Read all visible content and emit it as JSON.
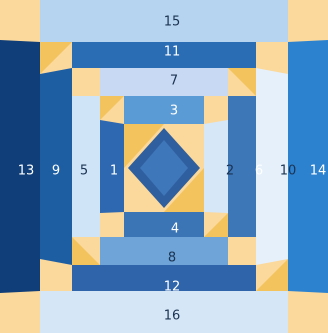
{
  "diagram": {
    "pieces": [
      {
        "id": "center",
        "label": "",
        "color": "#2f5f9e"
      },
      {
        "id": "piece-1",
        "label": "1",
        "color": "#2e68b1"
      },
      {
        "id": "piece-2",
        "label": "2",
        "color": "#d6e7f8"
      },
      {
        "id": "piece-3",
        "label": "3",
        "color": "#5b9bd5"
      },
      {
        "id": "piece-4",
        "label": "4",
        "color": "#3c75b5"
      },
      {
        "id": "piece-5",
        "label": "5",
        "color": "#cfe4f7"
      },
      {
        "id": "piece-6",
        "label": "6",
        "color": "#3d77b8"
      },
      {
        "id": "piece-7",
        "label": "7",
        "color": "#c8d9f3"
      },
      {
        "id": "piece-8",
        "label": "8",
        "color": "#6ea4d8"
      },
      {
        "id": "piece-9",
        "label": "9",
        "color": "#1d5ea2"
      },
      {
        "id": "piece-10",
        "label": "10",
        "color": "#e5f0fb"
      },
      {
        "id": "piece-11",
        "label": "11",
        "color": "#2a6db5"
      },
      {
        "id": "piece-12",
        "label": "12",
        "color": "#2f64ab"
      },
      {
        "id": "piece-13",
        "label": "13",
        "color": "#0f3e78"
      },
      {
        "id": "piece-14",
        "label": "14",
        "color": "#2c82cf"
      },
      {
        "id": "piece-15",
        "label": "15",
        "color": "#b6d4ef"
      },
      {
        "id": "piece-16",
        "label": "16",
        "color": "#d5e6f6"
      }
    ],
    "corner_color": "#fbd89c",
    "accent_color": "#f3c35e"
  }
}
